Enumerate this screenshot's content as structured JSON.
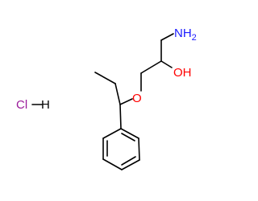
{
  "diagram": {
    "type": "chemical-structure",
    "labels": {
      "amine": "NH2",
      "amine_main": "NH",
      "amine_subscript": "2",
      "hydroxyl": "OH",
      "ether_oxygen": "O",
      "hydrochloride_cl": "Cl",
      "hydrochloride_h": "H"
    },
    "colors": {
      "nitrogen": "#1a1aff",
      "oxygen": "#ff0000",
      "chlorine": "#9a1a9a",
      "carbon_bond": "#000000",
      "hcl_bond": "#000000"
    }
  }
}
